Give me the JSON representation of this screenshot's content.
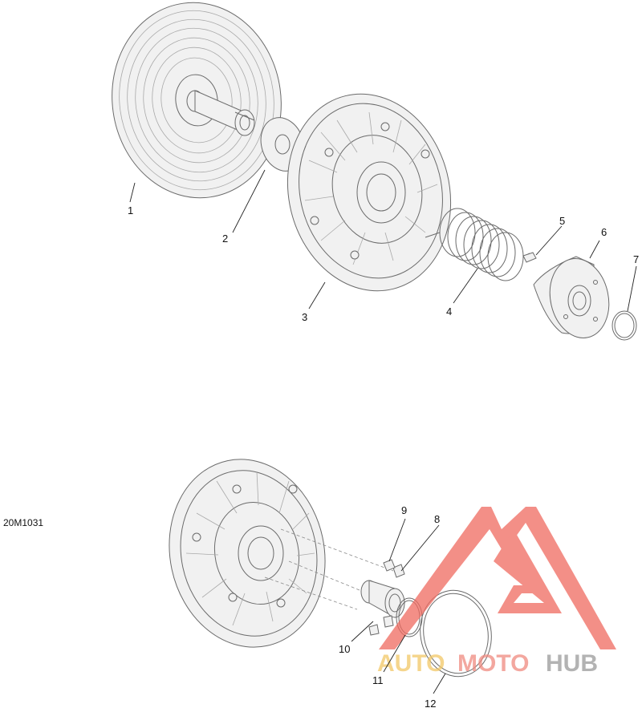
{
  "diagram_code": "20M1031",
  "callouts": [
    "1",
    "2",
    "3",
    "4",
    "5",
    "6",
    "7",
    "8",
    "9",
    "10",
    "11",
    "12"
  ],
  "watermark": {
    "part1": "AUTO",
    "part2": "MOTO",
    "part3": "HUB"
  },
  "colors": {
    "line": "#6b6b6b",
    "watermark_red": "#ef6a60",
    "watermark_yellow": "#f2c766",
    "watermark_gray": "#9a9a9a"
  }
}
